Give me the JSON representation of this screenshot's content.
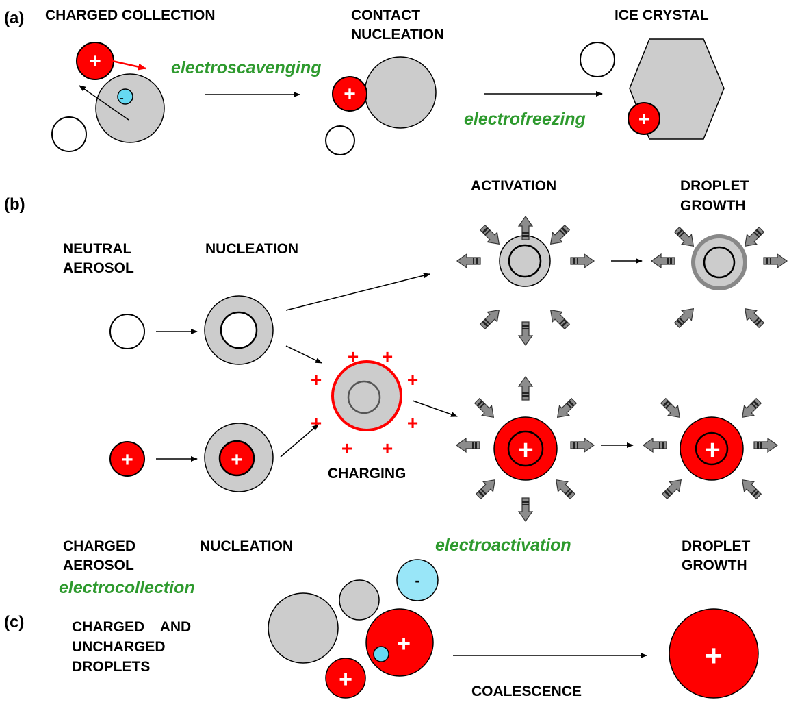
{
  "colors": {
    "charge": "#ff0000",
    "grey": "#cccccc",
    "cyan": "#66d9f2",
    "green": "#2e9a2e",
    "arrow_grey": "#8c8c8c"
  },
  "panels": {
    "a": {
      "tag": "(a)",
      "charged_collection": "CHARGED COLLECTION",
      "contact_nucleation": [
        "CONTACT",
        "NUCLEATION"
      ],
      "ice_crystal": "ICE CRYSTAL",
      "electroscavenging": "electroscavenging",
      "electrofreezing": "electrofreezing"
    },
    "b": {
      "tag": "(b)",
      "neutral_aerosol": [
        "NEUTRAL",
        "AEROSOL"
      ],
      "nucleation_top": "NUCLEATION",
      "activation": "ACTIVATION",
      "droplet_growth_top": [
        "DROPLET",
        "GROWTH"
      ],
      "charging": "CHARGING",
      "charged_aerosol": [
        "CHARGED",
        "AEROSOL"
      ],
      "nucleation_bottom": "NUCLEATION",
      "electroactivation": "electroactivation",
      "droplet_growth_bottom": [
        "DROPLET",
        "GROWTH"
      ]
    },
    "c": {
      "tag": "(c)",
      "electrocollection": "electrocollection",
      "charged_and_uncharged": [
        "CHARGED    AND",
        "UNCHARGED",
        "DROPLETS"
      ],
      "coalescence": "COALESCENCE"
    }
  },
  "signs": {
    "plus": "+",
    "minus": "-"
  }
}
